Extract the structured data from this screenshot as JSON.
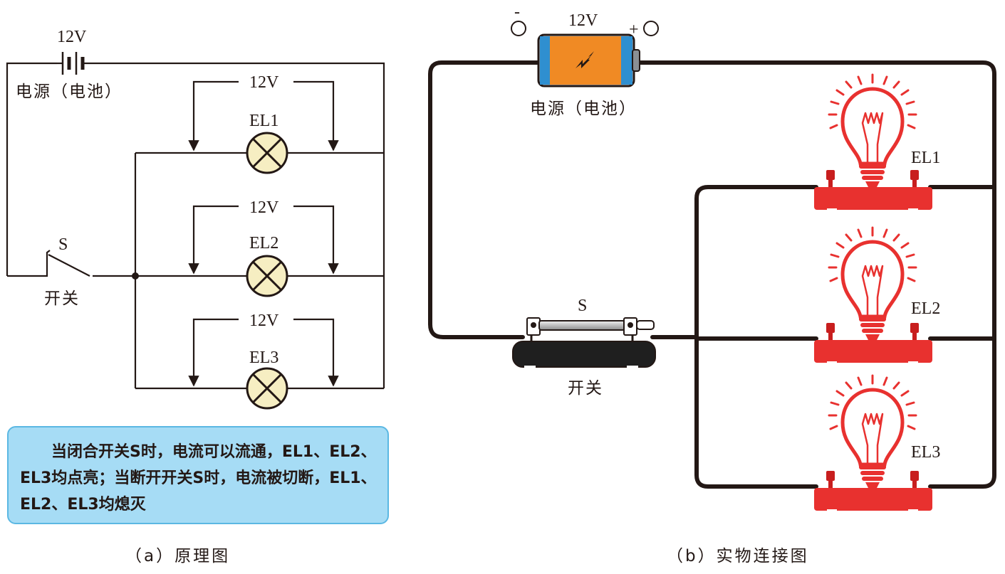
{
  "schematic": {
    "battery_voltage": "12V",
    "battery_label": "电源（电池）",
    "switch_symbol": "S",
    "switch_label": "开关",
    "lamps": [
      {
        "name": "EL1",
        "voltage": "12V"
      },
      {
        "name": "EL2",
        "voltage": "12V"
      },
      {
        "name": "EL3",
        "voltage": "12V"
      }
    ],
    "note": "当闭合开关S时，电流可以流通，EL1、EL2、EL3均点亮；当断开开关S时，电流被切断，EL1、EL2、EL3均熄灭",
    "caption": "（a）原理图"
  },
  "physical": {
    "battery_voltage": "12V",
    "negative_terminal": "-",
    "positive_terminal": "+",
    "battery_label": "电源（电池）",
    "switch_symbol": "S",
    "switch_label": "开关",
    "bulbs": [
      "EL1",
      "EL2",
      "EL3"
    ],
    "caption": "（b）实物连接图"
  },
  "colors": {
    "wire": "#231815",
    "lamp_fill": "#f6eec2",
    "bulb_red": "#e8312f",
    "battery_orange": "#f08a24",
    "battery_blue": "#2f8fd0",
    "note_bg": "#a6dcf5"
  }
}
